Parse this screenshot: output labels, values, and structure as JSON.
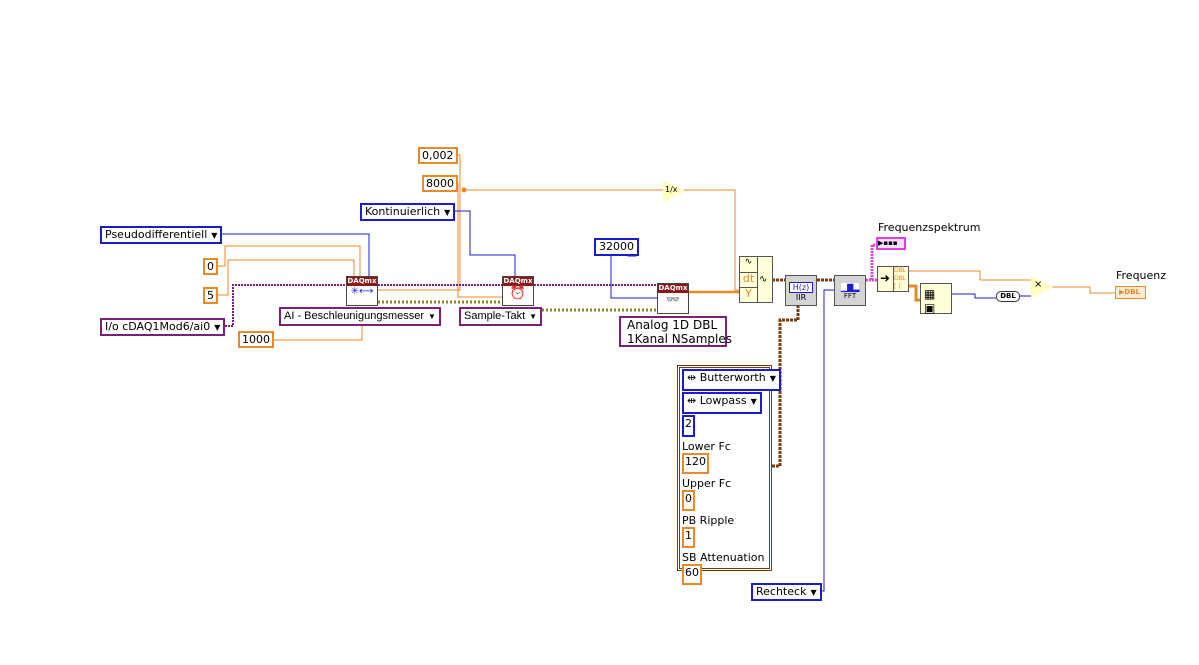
{
  "constants": {
    "dt": "0,002",
    "rate": "8000",
    "mode": "Kontinuierlich",
    "terminal": "Pseudodifferentiell",
    "min": "0",
    "max": "5",
    "channel": "cDAQ1Mod6/ai0",
    "sensitivity": "1000",
    "samples": "32000"
  },
  "vis": {
    "create_channel_type": "AI - Beschleunigungsmesser",
    "timing_type": "Sample-Takt",
    "read_type_line1": "Analog 1D DBL",
    "read_type_line2": "1Kanal NSamples",
    "daqmx_label": "DAQmx",
    "dt_label": "dt",
    "y_label": "Y",
    "iir_label": "IIR",
    "fft_label": "FFT",
    "hz_label": "H(z)",
    "dbl": "DBL",
    "reciprocal": "1/x",
    "multiply": "×"
  },
  "filter": {
    "type": "Butterworth",
    "mode": "Lowpass",
    "order": "2",
    "lower_fc_label": "Lower Fc",
    "lower_fc": "120",
    "upper_fc_label": "Upper Fc",
    "upper_fc": "0",
    "pb_ripple_label": "PB Ripple",
    "pb_ripple": "1",
    "sb_att_label": "SB Attenuation",
    "sb_att": "60"
  },
  "window": "Rechteck",
  "indicators": {
    "spectrum": "Frequenzspektrum",
    "frequency": "Frequenz"
  },
  "colors": {
    "dbl_wire": "#e8892b",
    "enum_wire": "#1c1cc8",
    "task_wire": "#7a1f7a",
    "waveform_wire": "#7a3a10",
    "spectrum_wire": "#e040e0",
    "error_wire": "#c8c820"
  }
}
